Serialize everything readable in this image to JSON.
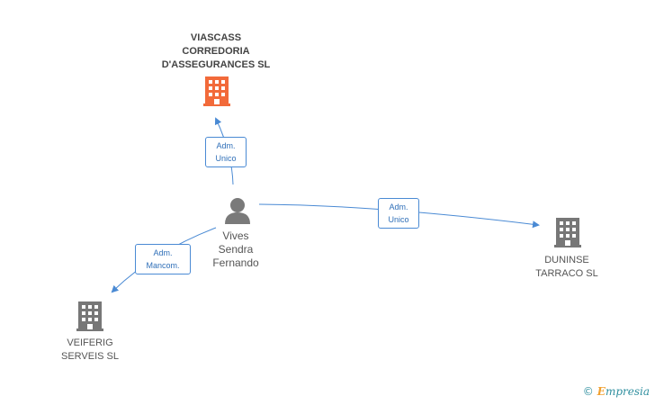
{
  "nodes": {
    "main": {
      "lines": [
        "VIASCASS",
        "CORREDORIA",
        "D'ASSEGURANCES SL"
      ],
      "color": "#f26a3a"
    },
    "person": {
      "lines": [
        "Vives",
        "Sendra",
        "Fernando"
      ]
    },
    "duninse": {
      "lines": [
        "DUNINSE",
        "TARRACO SL"
      ]
    },
    "veiferig": {
      "lines": [
        "VEIFERIG",
        "SERVEIS SL"
      ]
    }
  },
  "roles": {
    "to_main": [
      "Adm.",
      "Unico"
    ],
    "to_duninse": [
      "Adm.",
      "Unico"
    ],
    "to_veiferig": [
      "Adm.",
      "Mancom."
    ]
  },
  "brand": {
    "copyright": "©",
    "e": "E",
    "rest": "mpresia"
  },
  "colors": {
    "arrow": "#4a8ad4",
    "building_gray": "#777777",
    "building_main": "#f26a3a"
  }
}
